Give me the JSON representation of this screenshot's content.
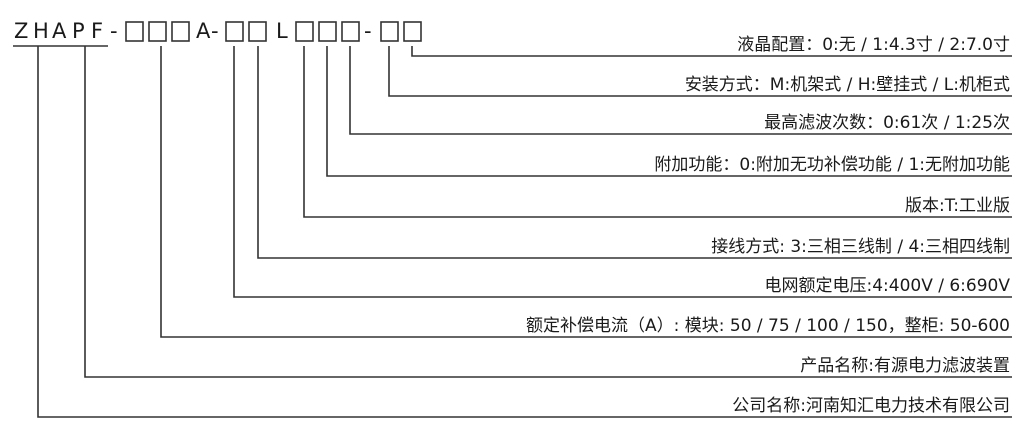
{
  "model_code": {
    "parts": [
      "Z",
      "H",
      "A",
      "P",
      "F",
      "-",
      "A",
      "-",
      "L",
      "-"
    ]
  },
  "labels": [
    "液晶配置：0:无 / 1:4.3寸 / 2:7.0寸",
    "安装方式：M:机架式 / H:壁挂式 / L:机柜式",
    "最高滤波次数：0:61次 / 1:25次",
    "附加功能：0:附加无功补偿功能 / 1:无附加功能",
    "版本:T:工业版",
    "接线方式: 3:三相三线制 / 4:三相四线制",
    "电网额定电压:4:400V / 6:690V",
    "额定补偿电流（A）: 模块: 50 / 75 / 100 / 150，整柜: 50-600",
    "产品名称:有源电力滤波装置",
    "公司名称:河南知汇电力技术有限公司"
  ]
}
